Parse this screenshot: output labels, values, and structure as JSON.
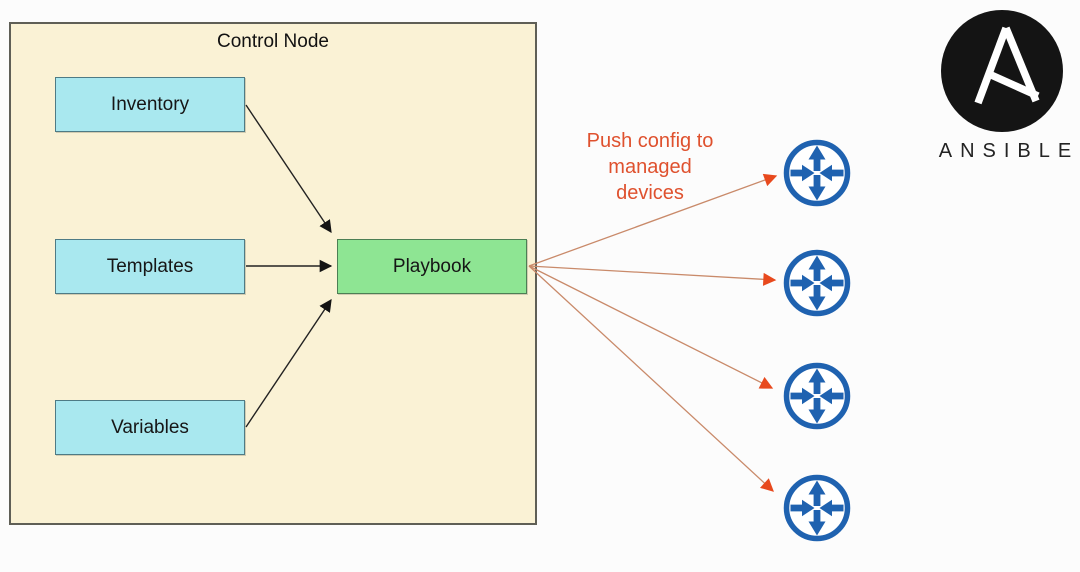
{
  "page": {
    "background": "#fcfcfc"
  },
  "control_node": {
    "title": "Control Node",
    "fill": "#faf2d5",
    "boxes": [
      {
        "id": "inventory",
        "label": "Inventory",
        "fill": "#a9e8ef"
      },
      {
        "id": "templates",
        "label": "Templates",
        "fill": "#a9e8ef"
      },
      {
        "id": "variables",
        "label": "Variables",
        "fill": "#a9e8ef"
      },
      {
        "id": "playbook",
        "label": "Playbook",
        "fill": "#8ee593"
      }
    ],
    "connections": [
      {
        "from": "Inventory",
        "to": "Playbook"
      },
      {
        "from": "Templates",
        "to": "Playbook"
      },
      {
        "from": "Variables",
        "to": "Playbook"
      }
    ]
  },
  "push_annotation": {
    "lines": [
      "Push config to",
      "managed",
      "devices"
    ],
    "color": "#df512e"
  },
  "managed_devices": {
    "icon": "router-icon",
    "count": 4,
    "icon_color": "#1f62b0",
    "arrow_color": "#e8491d",
    "connections_from": "Playbook"
  },
  "branding": {
    "logo_icon": "ansible-logo",
    "wordmark": "ANSIBLE",
    "logo_background": "#141414"
  }
}
